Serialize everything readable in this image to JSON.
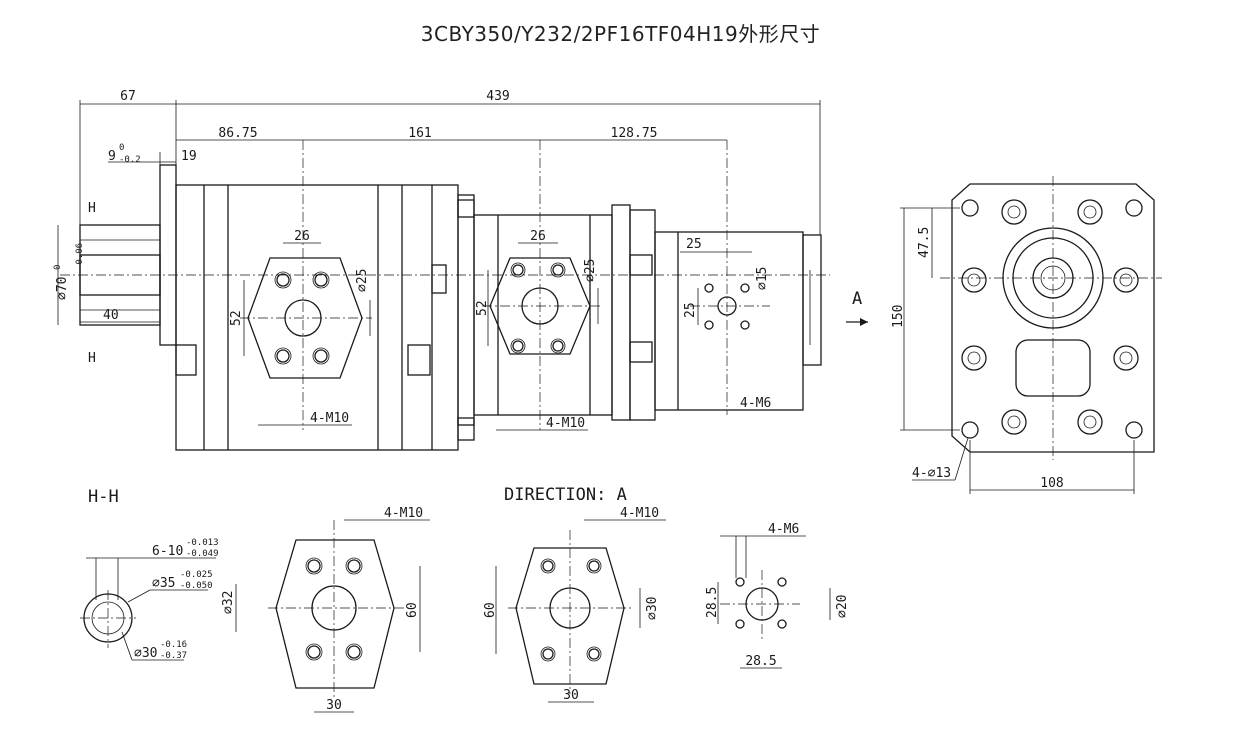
{
  "title": "3CBY350/Y232/2PF16TF04H19外形尺寸",
  "dims_top": {
    "d67": "67",
    "d439": "439",
    "d8675": "86.75",
    "d161": "161",
    "d12875": "128.75",
    "d9": "9",
    "d9_up": "0",
    "d9_lo": "-0.2",
    "d19": "19",
    "d26a": "26",
    "d26b": "26",
    "d25": "25",
    "dia25a": "⌀25",
    "dia25b": "⌀25",
    "dia15": "⌀15",
    "d52a": "52",
    "d52b": "52",
    "d25v": "25",
    "dia70": "⌀70",
    "dia70_up": "0",
    "dia70_lo": "-0.06",
    "d40": "40",
    "m10a": "4-M10",
    "m10b": "4-M10",
    "m6": "4-M6",
    "h1": "H",
    "h2": "H",
    "a": "A",
    "d150": "150",
    "d475": "47.5",
    "d108": "108",
    "d13": "4-⌀13"
  },
  "section_hh": {
    "label": "H-H",
    "spline": "6-10",
    "spline_up": "-0.013",
    "spline_lo": "-0.049",
    "d35": "⌀35",
    "d35_up": "-0.025",
    "d35_lo": "-0.050",
    "d30": "⌀30",
    "d30_up": "-0.16",
    "d30_lo": "-0.37"
  },
  "flange1": {
    "m10": "4-M10",
    "d32": "⌀32",
    "d60": "60",
    "d30": "30"
  },
  "direction_a": {
    "label": "DIRECTION: A",
    "m10": "4-M10",
    "d60": "60",
    "d30dia": "⌀30",
    "d30": "30"
  },
  "flange3": {
    "m6": "4-M6",
    "d285v": "28.5",
    "d20": "⌀20",
    "d285h": "28.5"
  }
}
